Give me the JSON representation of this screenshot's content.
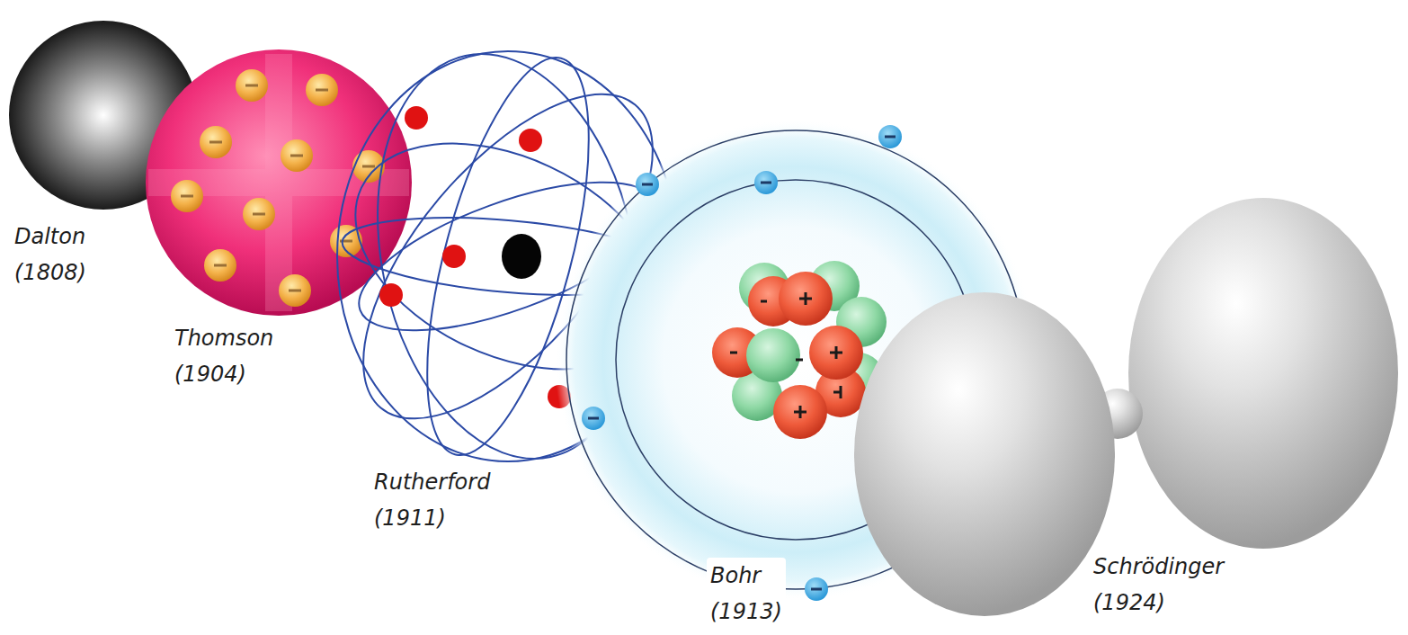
{
  "diagram": {
    "labels": [
      "Dalton (1808)",
      "Thomson (1904)",
      "Rutherford (1911)",
      "Bohr (1913)",
      "Schrödinger (1924)"
    ]
  }
}
